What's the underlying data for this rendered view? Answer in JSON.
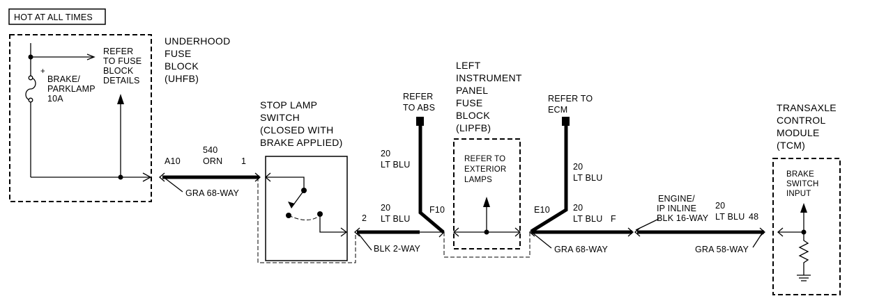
{
  "header_box": "HOT AT ALL TIMES",
  "uhfb": {
    "title": [
      "UNDERHOOD",
      "FUSE",
      "BLOCK",
      "(UHFB)"
    ],
    "refer": [
      "REFER",
      "TO FUSE",
      "BLOCK",
      "DETAILS"
    ],
    "fuse_plus": "+",
    "fuse_label": [
      "BRAKE/",
      "PARKLAMP",
      "10A"
    ]
  },
  "wire1": {
    "pin_left": "A10",
    "circuit": "540",
    "color": "ORN",
    "pin_right": "1",
    "connector": "GRA 68-WAY"
  },
  "stop_lamp_switch": {
    "title": [
      "STOP LAMP",
      "SWITCH",
      "(CLOSED WITH",
      "BRAKE APPLIED)"
    ],
    "out_pin": "2",
    "connector": "BLK 2-WAY"
  },
  "wire2": {
    "gauge_top": "20",
    "color_top": "LT BLU",
    "gauge": "20",
    "color": "LT BLU",
    "pin": "F10"
  },
  "refer_abs": [
    "REFER",
    "TO ABS"
  ],
  "lipfb": {
    "title": [
      "LEFT",
      "INSTRUMENT",
      "PANEL",
      "FUSE",
      "BLOCK",
      "(LIPFB)"
    ],
    "refer": [
      "REFER TO",
      "EXTERIOR",
      "LAMPS"
    ]
  },
  "wire3": {
    "pin": "E10",
    "gauge_top": "20",
    "color_top": "LT BLU",
    "gauge": "20",
    "color": "LT BLU",
    "flag": "F",
    "connector": "GRA 68-WAY"
  },
  "refer_ecm": [
    "REFER TO",
    "ECM"
  ],
  "inline": {
    "label": [
      "ENGINE/",
      "IP INLINE"
    ],
    "connector": "BLK 16-WAY",
    "gauge": "20",
    "color": "LT BLU",
    "pin": "48",
    "connector2": "GRA 58-WAY"
  },
  "tcm": {
    "title": [
      "TRANSAXLE",
      "CONTROL",
      "MODULE",
      "(TCM)"
    ],
    "input": [
      "BRAKE",
      "SWITCH",
      "INPUT"
    ]
  }
}
